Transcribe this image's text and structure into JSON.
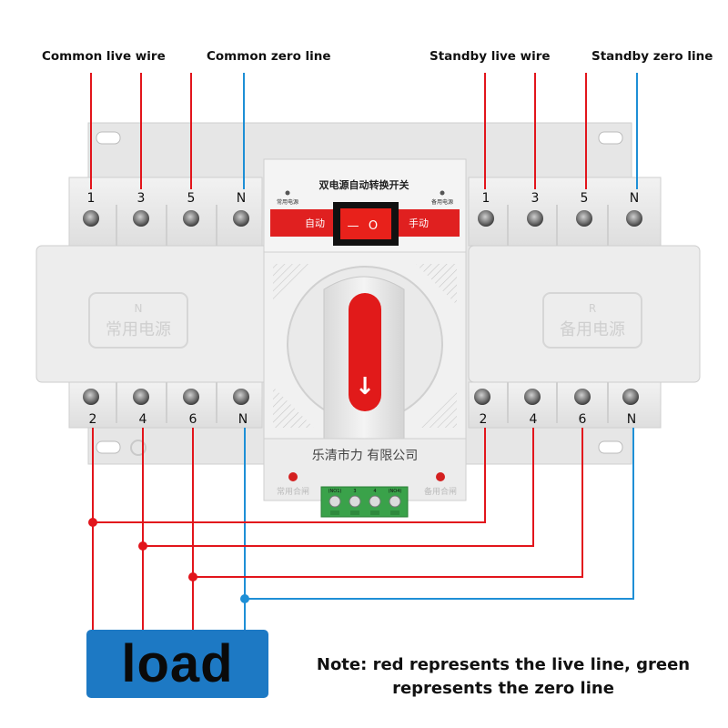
{
  "labels": {
    "common_live": "Common live wire",
    "common_zero": "Common zero line",
    "standby_live": "Standby live wire",
    "standby_zero": "Standby zero line"
  },
  "device": {
    "top_panel_title": "双电源自动转换开关",
    "small_left": "常用电源",
    "small_right": "备用电源",
    "auto": "自动",
    "manual": "手动",
    "rocker_dash": "—",
    "rocker_o": "O",
    "left_emboss_letter": "N",
    "left_emboss_text": "常用电源",
    "right_emboss_letter": "R",
    "right_emboss_text": "备用电源",
    "company": "乐清市力      有限公司",
    "led_left_label": "常用合闸",
    "led_right_label": "备用合闸",
    "terminal_labels": [
      "(NO1)",
      "3",
      "4",
      "(NO4)"
    ],
    "handle_arrow": "↓"
  },
  "terminals": {
    "left_top": [
      "1",
      "3",
      "5",
      "N"
    ],
    "right_top": [
      "1",
      "3",
      "5",
      "N"
    ],
    "left_bottom": [
      "2",
      "4",
      "6",
      "N"
    ],
    "right_bottom": [
      "2",
      "4",
      "6",
      "N"
    ]
  },
  "load_label": "load",
  "note": {
    "line1": "Note: red represents the live line, green",
    "line2": "represents the zero line"
  },
  "colors": {
    "live": "#e2151c",
    "zero": "#1e8fd6",
    "load_box": "#1d79c4",
    "accent_red": "#e02020",
    "device_body": "#ececec"
  }
}
